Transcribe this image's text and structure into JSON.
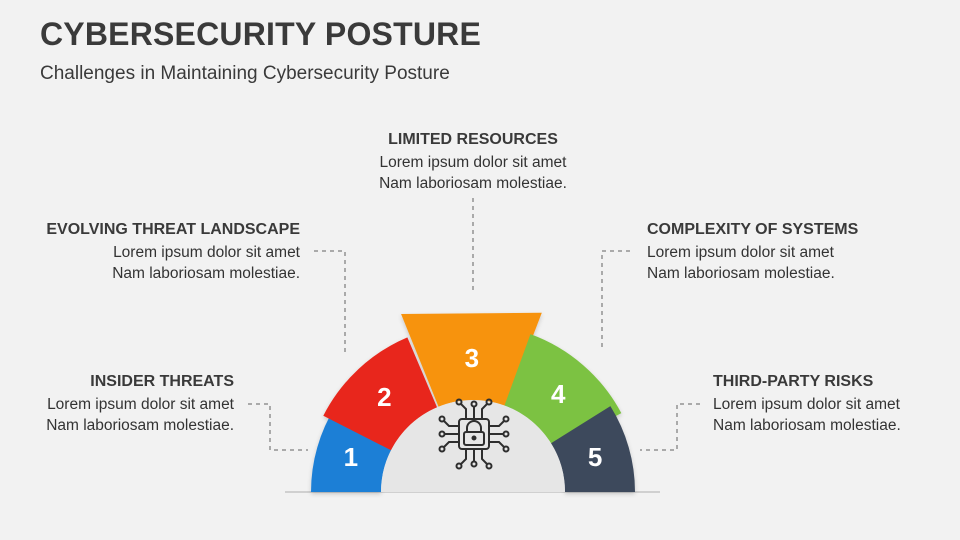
{
  "title": "CYBERSECURITY POSTURE",
  "subtitle": "Challenges in Maintaining Cybersecurity Posture",
  "segments": [
    {
      "number": "1",
      "heading": "INSIDER THREATS",
      "line1": "Lorem ipsum dolor sit amet",
      "line2": "Nam laboriosam molestiae.",
      "color": "#1e7fd6"
    },
    {
      "number": "2",
      "heading": "EVOLVING THREAT LANDSCAPE",
      "line1": "Lorem ipsum dolor sit amet",
      "line2": "Nam laboriosam molestiae.",
      "color": "#e8281a"
    },
    {
      "number": "3",
      "heading": "LIMITED RESOURCES",
      "line1": "Lorem ipsum dolor sit amet",
      "line2": "Nam laboriosam molestiae.",
      "color": "#f7930e"
    },
    {
      "number": "4",
      "heading": "COMPLEXITY OF SYSTEMS",
      "line1": "Lorem ipsum dolor sit amet",
      "line2": "Nam laboriosam molestiae.",
      "color": "#7cc242"
    },
    {
      "number": "5",
      "heading": "THIRD-PARTY RISKS",
      "line1": "Lorem ipsum dolor sit amet",
      "line2": "Nam laboriosam molestiae.",
      "color": "#3d4a5c"
    }
  ],
  "center_icon": "circuit-lock-icon"
}
